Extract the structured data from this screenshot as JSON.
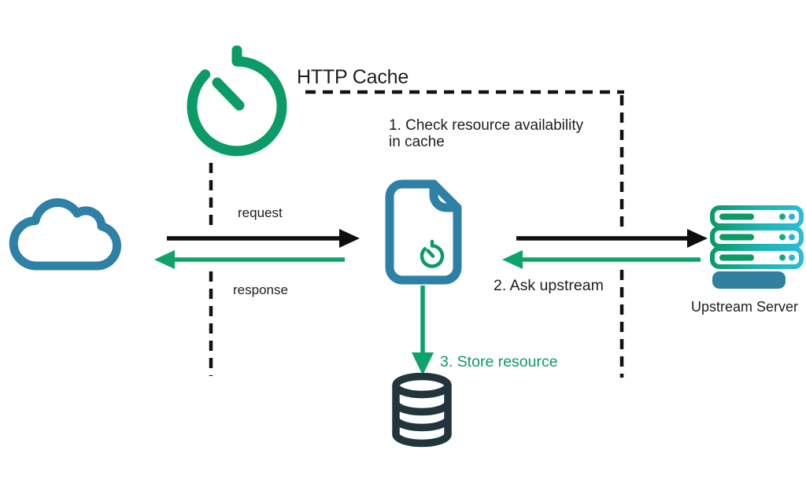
{
  "diagram": {
    "title": "HTTP Cache",
    "labels": {
      "step1_line1": "1. Check resource availability",
      "step1_line2": "in cache",
      "request": "request",
      "response": "response",
      "step2": "2. Ask upstream",
      "step3": "3. Store resource",
      "upstream_server": "Upstream Server"
    },
    "icons": {
      "timer": "timer-icon",
      "cloud": "cloud-icon",
      "document": "document-icon",
      "server": "server-icon",
      "database": "database-icon"
    },
    "colors": {
      "green": "#0a9b67",
      "blue": "#2e80a6",
      "dark_teal": "#20363c",
      "cyan": "#29bdd8",
      "line_black": "#111111",
      "text": "#1d1d1d"
    }
  }
}
